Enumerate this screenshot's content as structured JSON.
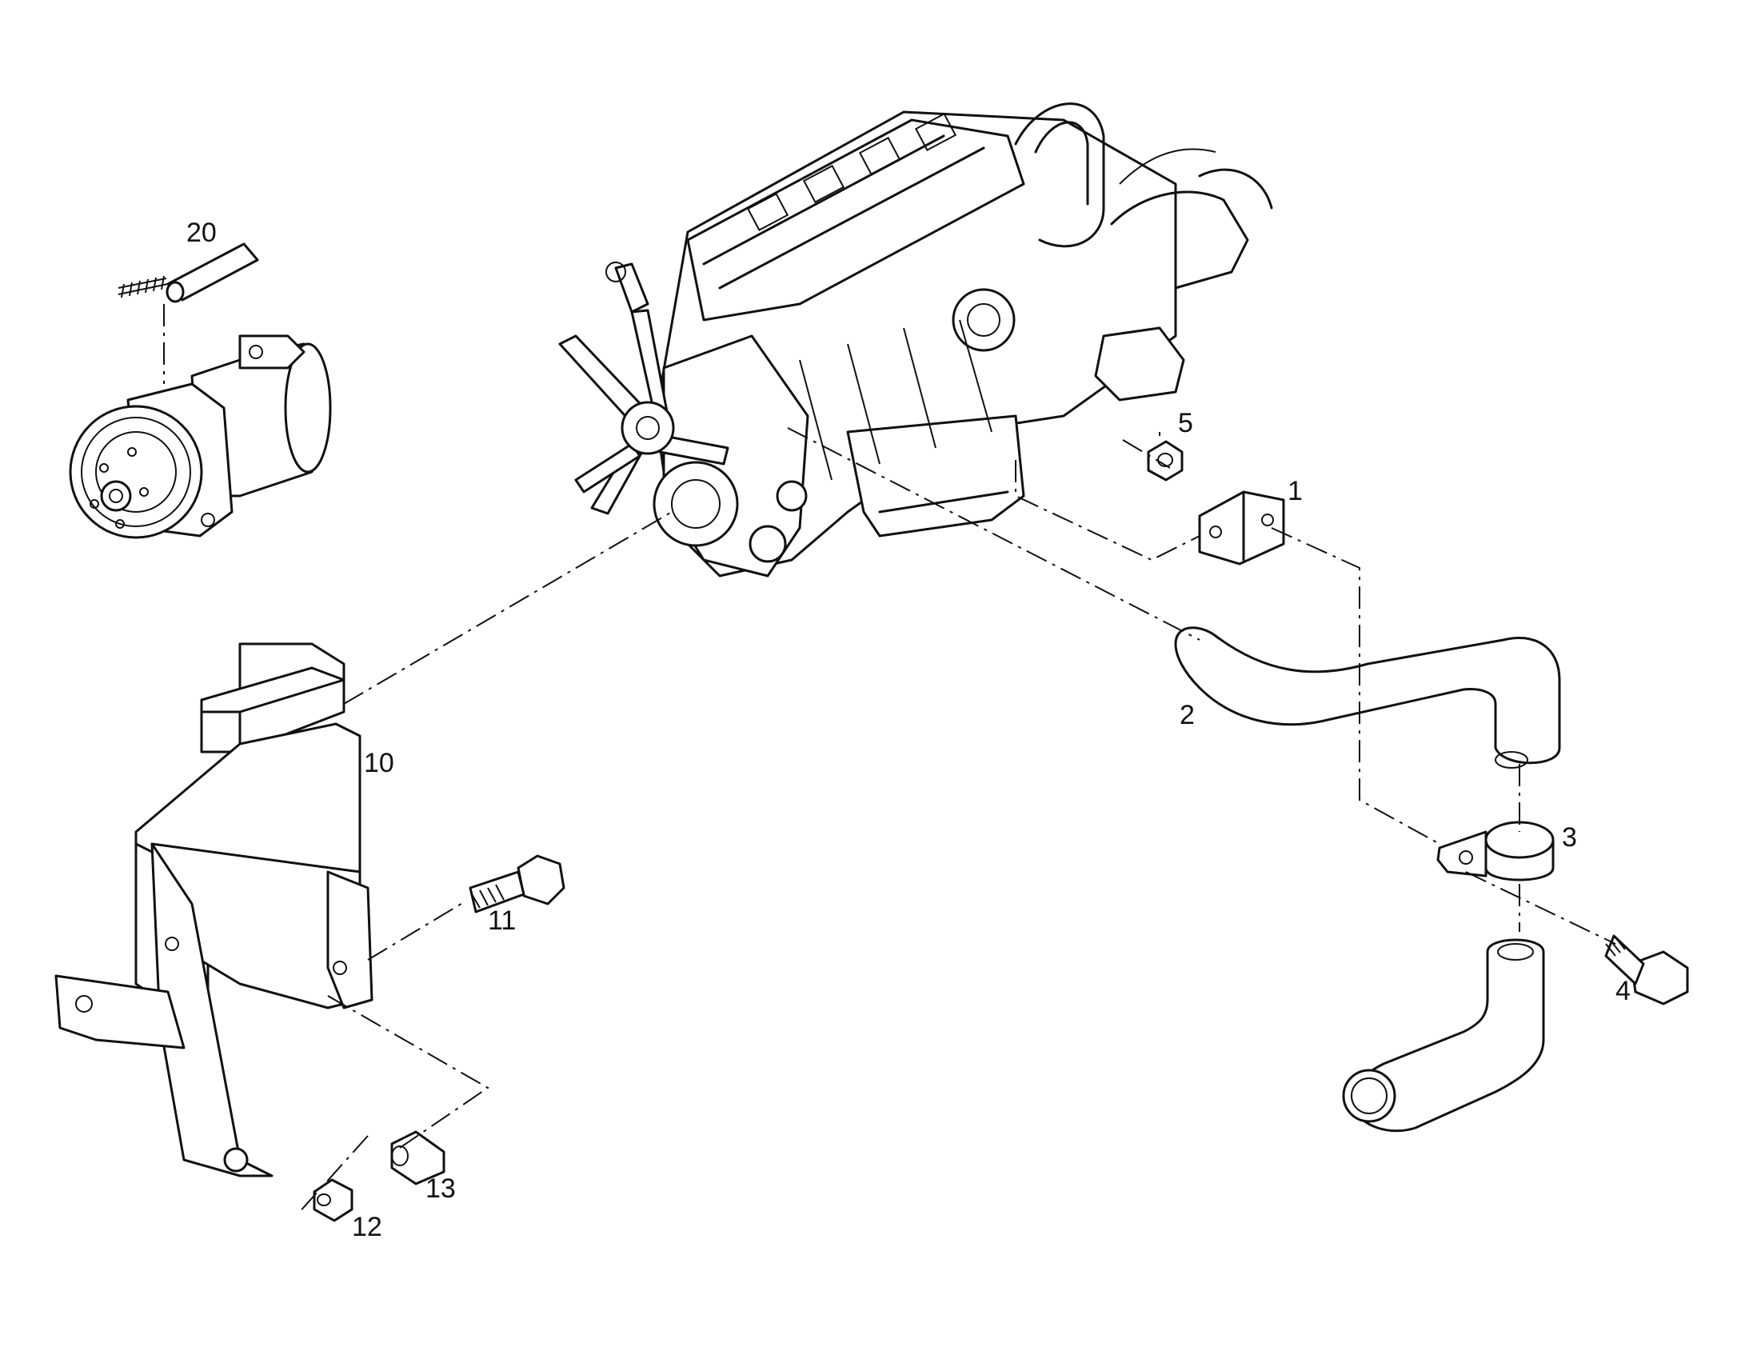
{
  "callouts": {
    "p1": "1",
    "p2": "2",
    "p3": "3",
    "p4": "4",
    "p5": "5",
    "p10": "10",
    "p11": "11",
    "p12": "12",
    "p13": "13",
    "p20": "20"
  }
}
